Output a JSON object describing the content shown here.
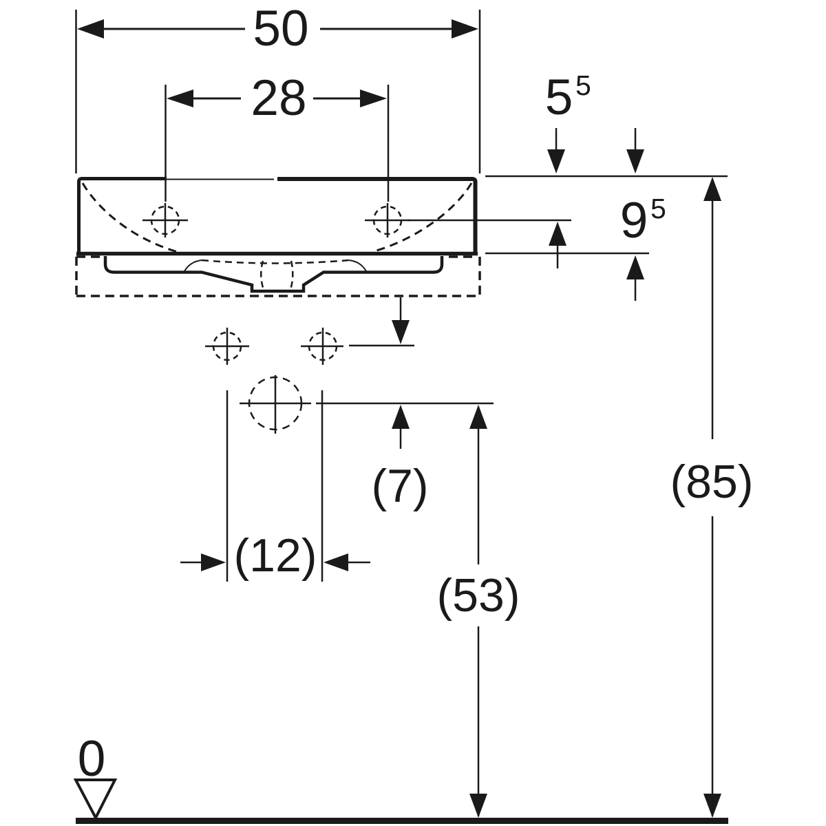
{
  "drawing_type": "washbasin-technical-dimension-drawing",
  "colors": {
    "ink": "#1a1a1a",
    "background": "#ffffff"
  },
  "dimensions": {
    "overall_width": {
      "label": "50"
    },
    "tap_hole_spacing": {
      "label": "28"
    },
    "rim_to_tap_drop": {
      "label": "5",
      "sup": "5"
    },
    "ceramic_height": {
      "label": "9",
      "sup": "5"
    },
    "fixing_to_trap_vertical": {
      "label": "(7)"
    },
    "fixing_hole_spacing": {
      "label": "(12)"
    },
    "trap_outlet_height": {
      "label": "(53)"
    },
    "rim_height_from_floor": {
      "label": "(85)"
    },
    "floor_datum": {
      "label": "0"
    }
  }
}
